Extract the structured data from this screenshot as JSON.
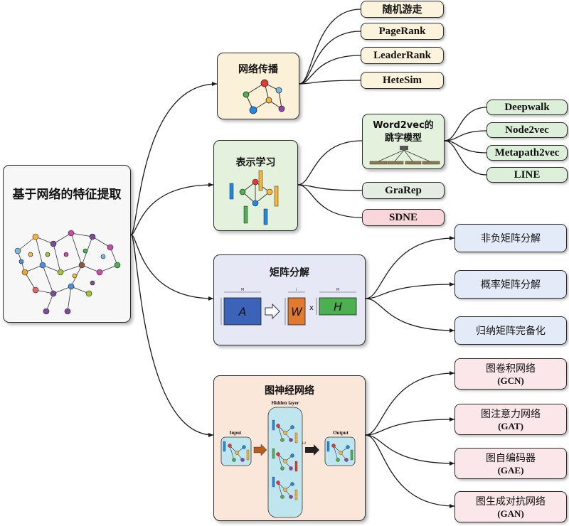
{
  "root": {
    "title": "基于网络的特征提取"
  },
  "branches": {
    "propagation": {
      "title": "网络传播",
      "leaves": [
        "随机游走",
        "PageRank",
        "LeaderRank",
        "HeteSim"
      ]
    },
    "representation": {
      "title": "表示学习",
      "word2vec": {
        "line1": "Word2vec的",
        "line2": "跳字模型"
      },
      "word2vec_leaves": [
        "Deepwalk",
        "Node2vec",
        "Metapath2vec",
        "LINE"
      ],
      "leaves": [
        "GraRep",
        "SDNE"
      ]
    },
    "matrix": {
      "title": "矩阵分解",
      "leaves": [
        "非负矩阵分解",
        "概率矩阵分解",
        "归纳矩阵完备化"
      ],
      "figure": {
        "a": "A",
        "w": "W",
        "h": "H",
        "times": "x",
        "dim_m": "M",
        "dim_r": "r"
      }
    },
    "gnn": {
      "title": "图神经网络",
      "figure": {
        "input": "Input",
        "hidden": "Hidden layer",
        "output": "Output",
        "relu": "ReLU"
      },
      "leaves": [
        {
          "line1": "图卷积网络",
          "line2": "(GCN)"
        },
        {
          "line1": "图注意力网络",
          "line2": "(GAT)"
        },
        {
          "line1": "图自编码器",
          "line2": "(GAE)"
        },
        {
          "line1": "图生成对抗网络",
          "line2": "(GAN)"
        }
      ]
    }
  },
  "colors": {
    "propagation_bg": "#fbf1d8",
    "representation_bg": "#e4f1dc",
    "matrix_bg": "#e6e8f6",
    "gnn_bg": "#fbe6da",
    "leaf_yellow": "#fcf3dc",
    "leaf_green": "#dcefd9",
    "leaf_pink": "#f8d6da",
    "leaf_blue": "#e3ebf8"
  }
}
